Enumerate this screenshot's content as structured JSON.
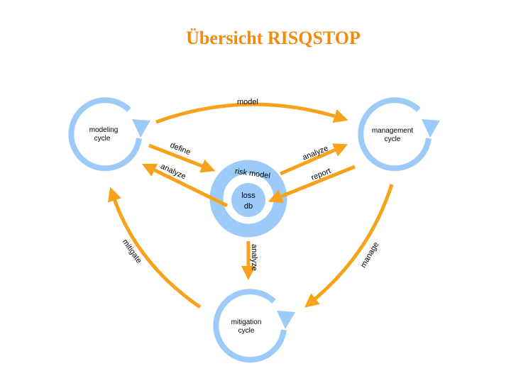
{
  "title": "Übersicht RISQSTOP",
  "colors": {
    "arrow": "#f7a21b",
    "cycle": "#9ccbf9",
    "title": "#f28a10"
  },
  "nodes": {
    "modeling": [
      "modeling",
      "cycle"
    ],
    "management": [
      "management",
      "cycle"
    ],
    "mitigation": [
      "mitigation",
      "cycle"
    ],
    "risk_model": "risk model",
    "loss_db": [
      "loss",
      "db"
    ]
  },
  "arrows": {
    "model": "model",
    "define": "define",
    "analyze_left": "analyze",
    "analyze_right": "analyze",
    "report": "report",
    "analyze_down": "analyze",
    "manage": "manage",
    "mitigate": "mitigate"
  }
}
